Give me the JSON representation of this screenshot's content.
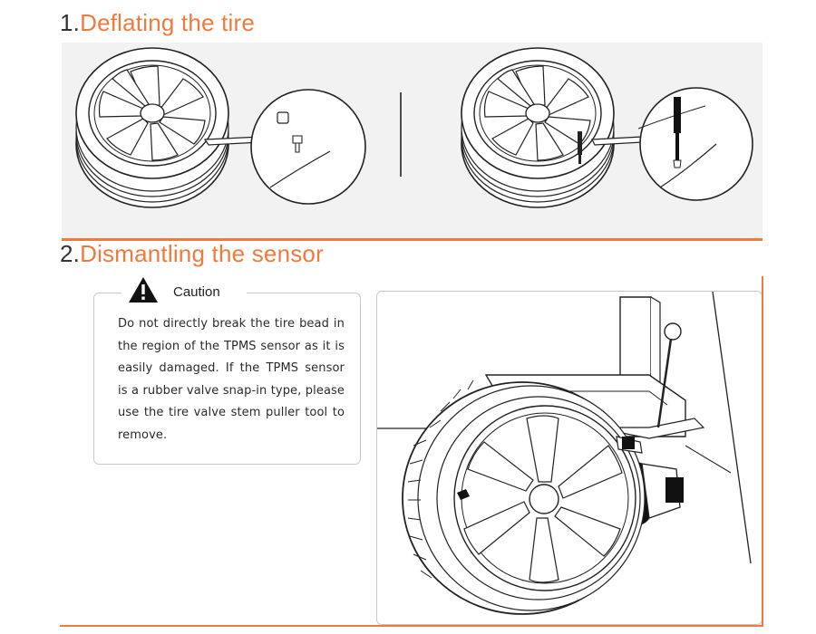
{
  "section1": {
    "number": "1.",
    "title": "Deflating the tire"
  },
  "section2": {
    "number": "2.",
    "title": "Dismantling the sensor"
  },
  "caution": {
    "label": "Caution",
    "text": "Do not directly break the tire bead in the region of the TPMS sensor as it is easily damaged. If the TPMS sensor is a rubber valve snap-in type, please use the tire valve stem puller tool to remove."
  },
  "icons": {
    "warning": "warning-triangle-icon",
    "caution_color": "#111111"
  },
  "colors": {
    "accent": "#f07a3c",
    "panel_bg": "#f2f2f2",
    "border": "#c9c9c9"
  }
}
